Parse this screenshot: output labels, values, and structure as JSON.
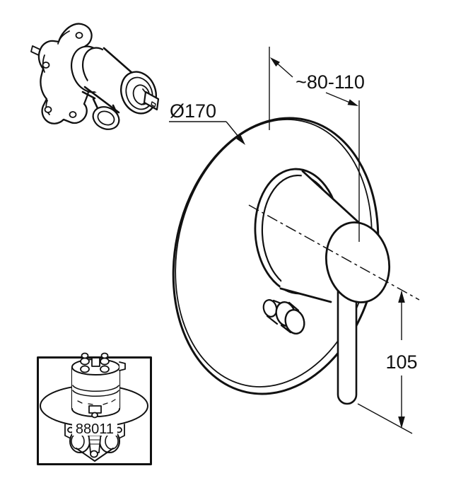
{
  "colors": {
    "ink": "#111111",
    "background": "#ffffff"
  },
  "main_view": {
    "description": "concealed single-lever bath and shower mixer, trim set front view",
    "dimensions": {
      "plate_diameter": "Ø170",
      "installation_depth_range": "~80-110",
      "lever_length": "105"
    }
  },
  "spare_part_box": {
    "part_number": "88011"
  }
}
